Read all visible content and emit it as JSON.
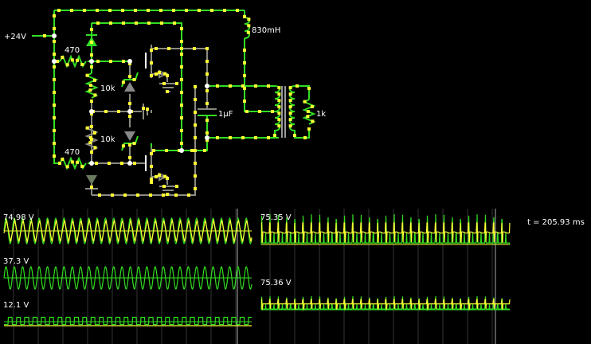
{
  "circuit": {
    "supply_label": "+24V",
    "resistor_top_label": "470",
    "resistor_bottom_label": "470",
    "resistor_10k_top_label": "10k",
    "resistor_10k_bottom_label": "10k",
    "inductor_label": "830mH",
    "capacitor_label": "1µF",
    "load_label": "1k"
  },
  "scopes": [
    {
      "id": "scope-1",
      "max_label": "74.98 V"
    },
    {
      "id": "scope-2",
      "max_label": "37.3 V"
    },
    {
      "id": "scope-3",
      "max_label": "12.1 V"
    },
    {
      "id": "scope-4",
      "max_label": "75.35 V"
    },
    {
      "id": "scope-5",
      "max_label": "75.36 V"
    }
  ],
  "time_label": "t = 205.93 ms",
  "colors": {
    "wire_active": "#33dd22",
    "wire_idle": "#8a8a80",
    "current_dot": "#ffff33",
    "trace_voltage": "#33dd22",
    "trace_current": "#ffff33",
    "background": "#000000"
  }
}
